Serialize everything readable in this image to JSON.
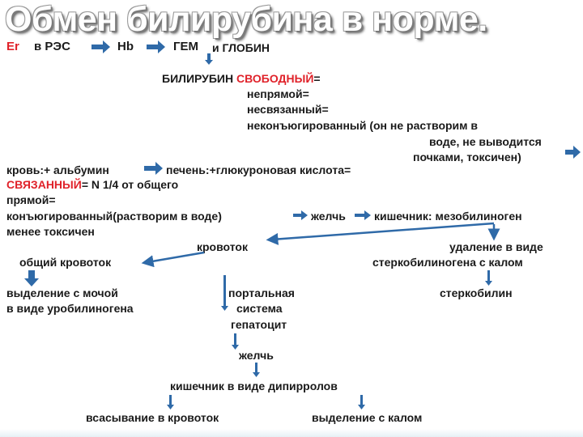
{
  "title": "Обмен билирубина в норме.",
  "top_row": {
    "er": "Er",
    "in_res": "в РЭС",
    "hb": "Hb",
    "gem": "ГЕМ",
    "and_globin": "и ГЛОБИН"
  },
  "free_bilirubin": {
    "label": "БИЛИРУБИН",
    "free": "СВОБОДНЫЙ",
    "eq": "=",
    "lines": [
      "непрямой=",
      "несвязанный=",
      "неконъюгированный (он не растворим в",
      "воде, не выводится",
      "почками, токсичен)"
    ]
  },
  "blood_row": {
    "blood": "кровь:+ альбумин",
    "liver": "печень:+глюкуроновая кислота="
  },
  "bound": {
    "label": "СВЯЗАННЫЙ",
    "rest": "= N 1/4 от общего",
    "direct": "прямой=",
    "conj": "конъюгированный(растворим в воде)",
    "bile": "желчь",
    "intestine": "кишечник: мезобилиноген",
    "less_toxic": "менее токсичен"
  },
  "branches": {
    "bloodstream": "кровоток",
    "removal_1": "удаление в виде",
    "removal_2": "стеркобилиногена с калом",
    "general_bloodstream": "общий кровоток",
    "urine_1": "выделение с мочой",
    "urine_2": "в виде уробилиногена",
    "portal_1": "портальная",
    "portal_2": "система",
    "hepatocyte": "гепатоцит",
    "stercobilin": "стеркобилин",
    "bile2": "желчь",
    "intestine_dipyrrole": "кишечник в виде дипирролов",
    "absorption": "всасывание в кровоток",
    "excretion_feces": "выделение с калом"
  },
  "colors": {
    "arrow": "#2f6aa8",
    "red": "#e0222a",
    "text": "#1a1a1a"
  }
}
